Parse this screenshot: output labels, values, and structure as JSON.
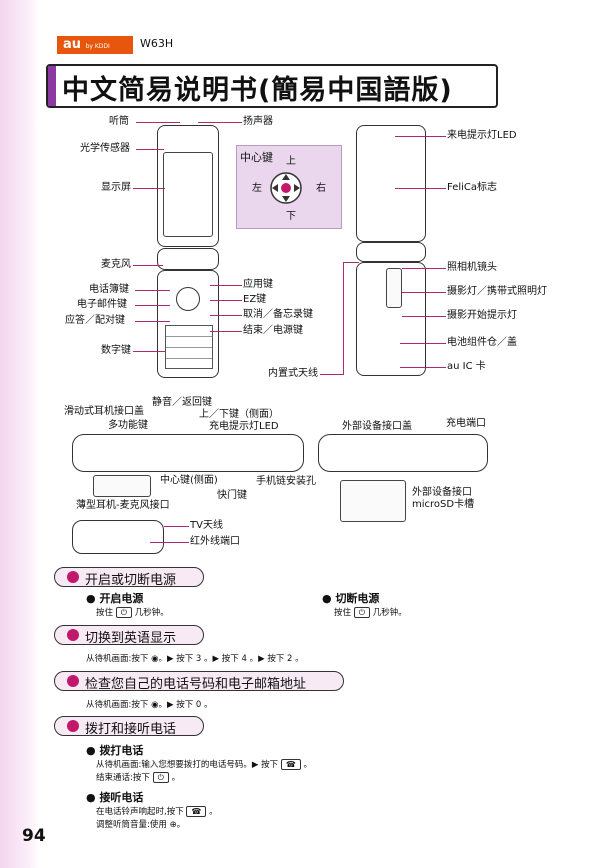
{
  "header": {
    "brand": "au",
    "brand_sub": "by KDDI",
    "model": "W63H",
    "title": "中文简易说明书(簡易中国語版)"
  },
  "labels": {
    "earpiece": "听筒",
    "speaker": "扬声器",
    "light_sensor": "光学传感器",
    "display": "显示屏",
    "center_key": "中心键",
    "up": "上",
    "left": "左",
    "right": "右",
    "down": "下",
    "mic": "麦克风",
    "phonebook_key": "电话簿键",
    "email_key": "电子邮件键",
    "answer_key": "应答／配对键",
    "app_key": "应用键",
    "ez_key": "EZ键",
    "cancel_key": "取消／备忘录键",
    "end_key": "结束／电源键",
    "number_keys": "数字键",
    "incoming_led": "来电提示灯LED",
    "felica": "FeliCa标志",
    "camera_lens": "照相机镜头",
    "video_light": "摄影灯／携带式照明灯",
    "video_start_light": "摄影开始提示灯",
    "battery_cover": "电池组件仓／盖",
    "au_ic": "au IC 卡",
    "antenna": "内置式天线",
    "mute_key": "静音／返回键",
    "updown_key": "上／下键（侧面）",
    "side_led": "充电提示灯LED",
    "earphone_cover": "滑动式耳机接口盖",
    "multi_key": "多功能键",
    "center_side": "中心键(侧面)",
    "shutter_key": "快门键",
    "strap_hole": "手机链安装孔",
    "earphone_jack": "薄型耳机-麦克风接口",
    "ext_cover": "外部设备接口盖",
    "charge_port": "充电端口",
    "ext_port": "外部设备接口",
    "microsd": "microSD卡槽",
    "tv_antenna": "TV天线",
    "ir_port": "红外线端口"
  },
  "sections": [
    {
      "title": "开启或切断电源"
    },
    {
      "title": "切换到英语显示"
    },
    {
      "title": "检查您自己的电话号码和电子邮箱地址"
    },
    {
      "title": "拨打和接听电话"
    }
  ],
  "power": {
    "on_title": "开启电源",
    "on_text": "按住",
    "on_key": "⏻",
    "on_suffix": "几秒钟。",
    "off_title": "切断电源",
    "off_text": "按住",
    "off_key": "⏻",
    "off_suffix": "几秒钟。"
  },
  "english": {
    "text": "从待机画面:按下 ◉。▶ 按下 3 。▶ 按下 4 。▶ 按下 2 。"
  },
  "check": {
    "text": "从待机画面:按下 ◉。▶ 按下 0 。"
  },
  "calls": {
    "dial_title": "拨打电话",
    "dial_line1": "从待机画面:输入您想要拨打的电话号码。▶ 按下",
    "dial_line2": "结束通话:按下",
    "answer_title": "接听电话",
    "answer_line1": "在电话铃声响起时,按下",
    "answer_line2": "调整听筒音量:使用"
  },
  "page_number": "94",
  "colors": {
    "accent": "#c2186b",
    "purple": "#8a3aa0",
    "brand": "#e8560e"
  }
}
